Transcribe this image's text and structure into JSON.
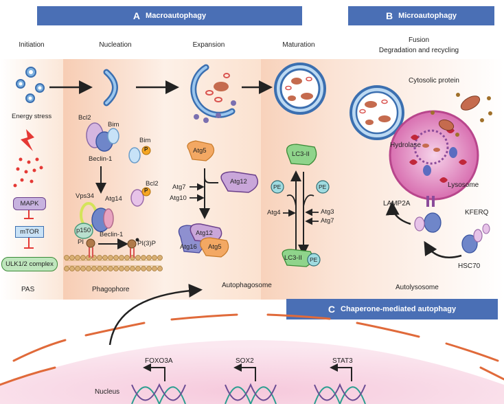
{
  "sections": {
    "a": {
      "letter": "A",
      "title": "Macroautophagy"
    },
    "b": {
      "letter": "B",
      "title": "Microautophagy"
    },
    "c": {
      "letter": "C",
      "title": "Chaperone-mediated autophagy"
    }
  },
  "stages": {
    "initiation": "Initiation",
    "nucleation": "Nucleation",
    "expansion": "Expansion",
    "maturation": "Maturation",
    "fusion": "Fusion",
    "degradation": "Degradation and recycling"
  },
  "structures": {
    "pas": "PAS",
    "phagophore": "Phagophore",
    "autophagosome": "Autophagosome",
    "autolysosome": "Autolysosome",
    "nucleus": "Nucleus",
    "lysosome": "Lysosome"
  },
  "initiation": {
    "energy_stress": "Energy stress",
    "mapk": "MAPK",
    "mtor": "mTOR",
    "ulk": "ULK1/2 complex"
  },
  "nucleation": {
    "bcl2": "Bcl2",
    "bim": "Bim",
    "beclin1": "Beclin-1",
    "bim_free": "Bim",
    "bcl2_free": "Bcl2",
    "p": "P",
    "vps34": "Vps34",
    "atg14": "Atg14",
    "p150": "p150",
    "beclin1_b": "Beclin-1",
    "pi": "PI",
    "pi3p": "PI(3)P"
  },
  "expansion": {
    "atg5": "Atg5",
    "atg7": "Atg7",
    "atg10": "Atg10",
    "atg12": "Atg12",
    "cx_atg12": "Atg12",
    "cx_atg16": "Atg16",
    "cx_atg5": "Atg5"
  },
  "maturation": {
    "lc3ii_top": "LC3-II",
    "pe_left": "PE",
    "pe_right": "PE",
    "atg4": "Atg4",
    "atg3": "Atg3",
    "atg7": "Atg7",
    "lc3ii_bottom": "LC3-II",
    "pe_bottom": "PE"
  },
  "microautophagy": {
    "cytosolic_protein": "Cytosolic protein",
    "hydrolase": "Hydrolase",
    "lamp2a": "LAMP2A",
    "kferq": "KFERQ",
    "hsc70": "HSC70"
  },
  "genes": {
    "foxo3a": "FOXO3A",
    "sox2": "SOX2",
    "stat3": "STAT3"
  }
}
